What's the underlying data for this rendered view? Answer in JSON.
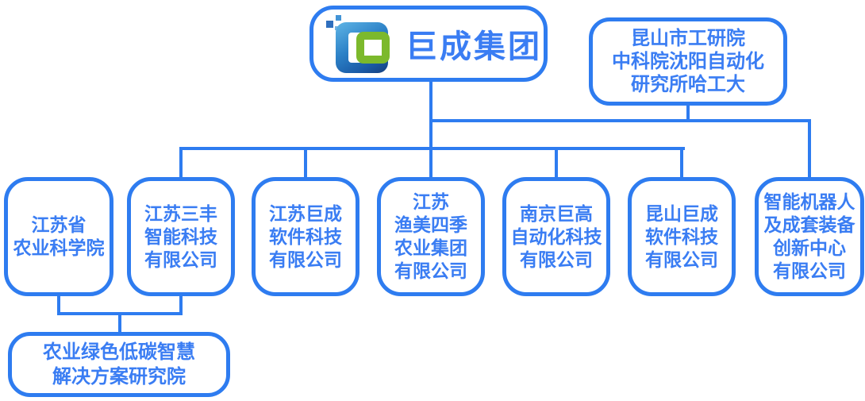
{
  "colors": {
    "line_blue": "#2E7CF0",
    "text_blue": "#3A7DF3",
    "logo_green": "#7CB92C",
    "logo_blue_dark": "#163F7C",
    "logo_blue_light": "#5FB5E6",
    "background": "#FFFFFF"
  },
  "root": {
    "label": "巨成集团"
  },
  "partner": {
    "lines": [
      "昆山市工研院",
      "中科院沈阳自动化",
      "研究所哈工大"
    ]
  },
  "subsidiaries": [
    {
      "lines": [
        "江苏省",
        "农业科学院"
      ]
    },
    {
      "lines": [
        "江苏三丰",
        "智能科技",
        "有限公司"
      ]
    },
    {
      "lines": [
        "江苏巨成",
        "软件科技",
        "有限公司"
      ]
    },
    {
      "lines": [
        "江苏",
        "渔美四季",
        "农业集团",
        "有限公司"
      ]
    },
    {
      "lines": [
        "南京巨高",
        "自动化科技",
        "有限公司"
      ]
    },
    {
      "lines": [
        "昆山巨成",
        "软件科技",
        "有限公司"
      ]
    },
    {
      "lines": [
        "智能机器人",
        "及成套装备",
        "创新中心",
        "有限公司"
      ]
    }
  ],
  "institute": {
    "lines": [
      "农业绿色低碳智慧",
      "解决方案研究院"
    ]
  }
}
